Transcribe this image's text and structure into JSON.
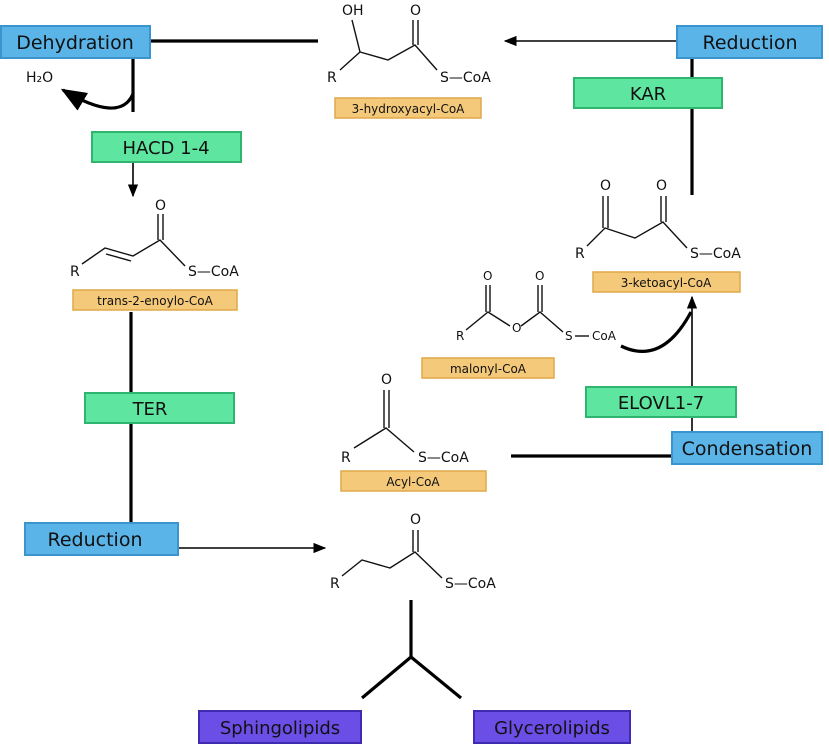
{
  "colors": {
    "step_box": "#5ab4e8",
    "enzyme_box": "#5ee6a0",
    "metabolite_box": "#f5c97a",
    "lipid_box": "#6a4ee6"
  },
  "steps": {
    "dehydration": "Dehydration",
    "reduction_top": "Reduction",
    "reduction_bottom": "Reduction",
    "condensation": "Condensation"
  },
  "enzymes": {
    "hacd": "HACD 1-4",
    "kar": "KAR",
    "ter": "TER",
    "elovl": "ELOVL1-7"
  },
  "metabolites": {
    "hydroxyacyl": "3-hydroxyacyl-CoA",
    "enoyl": "trans-2-enoylo-CoA",
    "ketoacyl": "3-ketoacyl-CoA",
    "malonyl": "malonyl-CoA",
    "acyl": "Acyl-CoA"
  },
  "byproduct": {
    "water": "H₂O"
  },
  "structure_labels": {
    "hydroxy_oh": "OH",
    "oxygen": "O",
    "r_group": "R",
    "s_coa": "S—CoA",
    "coa": "CoA",
    "sulfur": "S"
  },
  "lipids": {
    "sphingo": "Sphingolipids",
    "glycero": "Glycerolipids"
  }
}
